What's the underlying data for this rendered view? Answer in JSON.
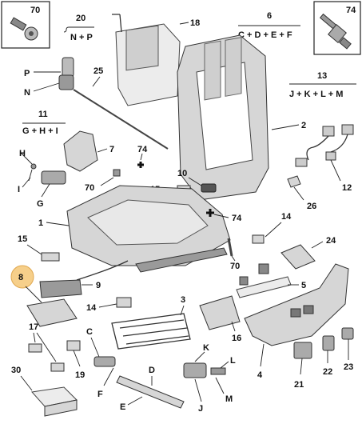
{
  "callouts": {
    "n70_top": "70",
    "n74_top": "74",
    "n20": "20",
    "n18": "18",
    "n6": "6",
    "n13": "13",
    "nP": "P",
    "nN": "N",
    "n25": "25",
    "n2": "2",
    "n11": "11",
    "n7": "7",
    "n74_mid": "74",
    "nH": "H",
    "nI": "I",
    "n70_mid": "70",
    "n10": "10",
    "n15_a": "15",
    "nG": "G",
    "n12": "12",
    "n26": "26",
    "n1": "1",
    "n74_b": "74",
    "n14_a": "14",
    "n15_b": "15",
    "n24": "24",
    "n70_b": "70",
    "n8": "8",
    "n9": "9",
    "n5": "5",
    "n14_b": "14",
    "n3": "3",
    "n16": "16",
    "nC": "C",
    "nK": "K",
    "nL": "L",
    "n17": "17",
    "n19": "19",
    "nD": "D",
    "n22": "22",
    "n23": "23",
    "n4": "4",
    "n30": "30",
    "nF": "F",
    "nJ": "J",
    "nM": "M",
    "n21": "21",
    "nE": "E"
  },
  "groups": {
    "g20": "N + P",
    "g6": "C + D + E + F",
    "g13": "J + K + L + M",
    "g11": "G + H + I"
  },
  "colors": {
    "highlight": "#f6cf8a",
    "part_fill": "#d6d6d6",
    "line": "#222222"
  }
}
